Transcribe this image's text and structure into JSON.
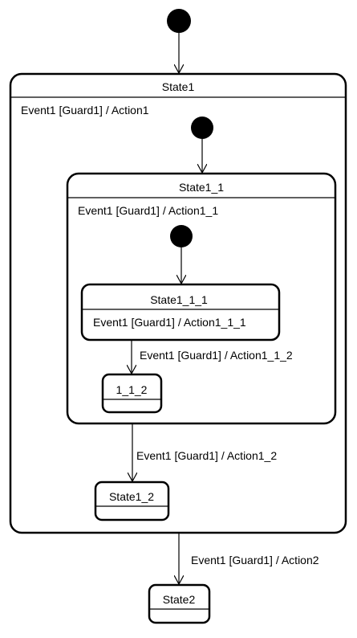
{
  "diagram": {
    "colors": {
      "stroke": "#000000",
      "fill": "#ffffff",
      "text": "#000000"
    },
    "states": {
      "state1": {
        "name": "State1",
        "internal": "Event1 [Guard1] / Action1"
      },
      "state1_1": {
        "name": "State1_1",
        "internal": "Event1 [Guard1] / Action1_1"
      },
      "state1_1_1": {
        "name": "State1_1_1",
        "internal": "Event1 [Guard1] / Action1_1_1"
      },
      "s1_1_2": {
        "name": "1_1_2"
      },
      "state1_2": {
        "name": "State1_2"
      },
      "state2": {
        "name": "State2"
      }
    },
    "transitions": {
      "to_1_1_2": {
        "label": "Event1 [Guard1] / Action1_1_2"
      },
      "to_state1_2": {
        "label": "Event1 [Guard1] / Action1_2"
      },
      "to_state2": {
        "label": "Event1 [Guard1] / Action2"
      }
    }
  }
}
